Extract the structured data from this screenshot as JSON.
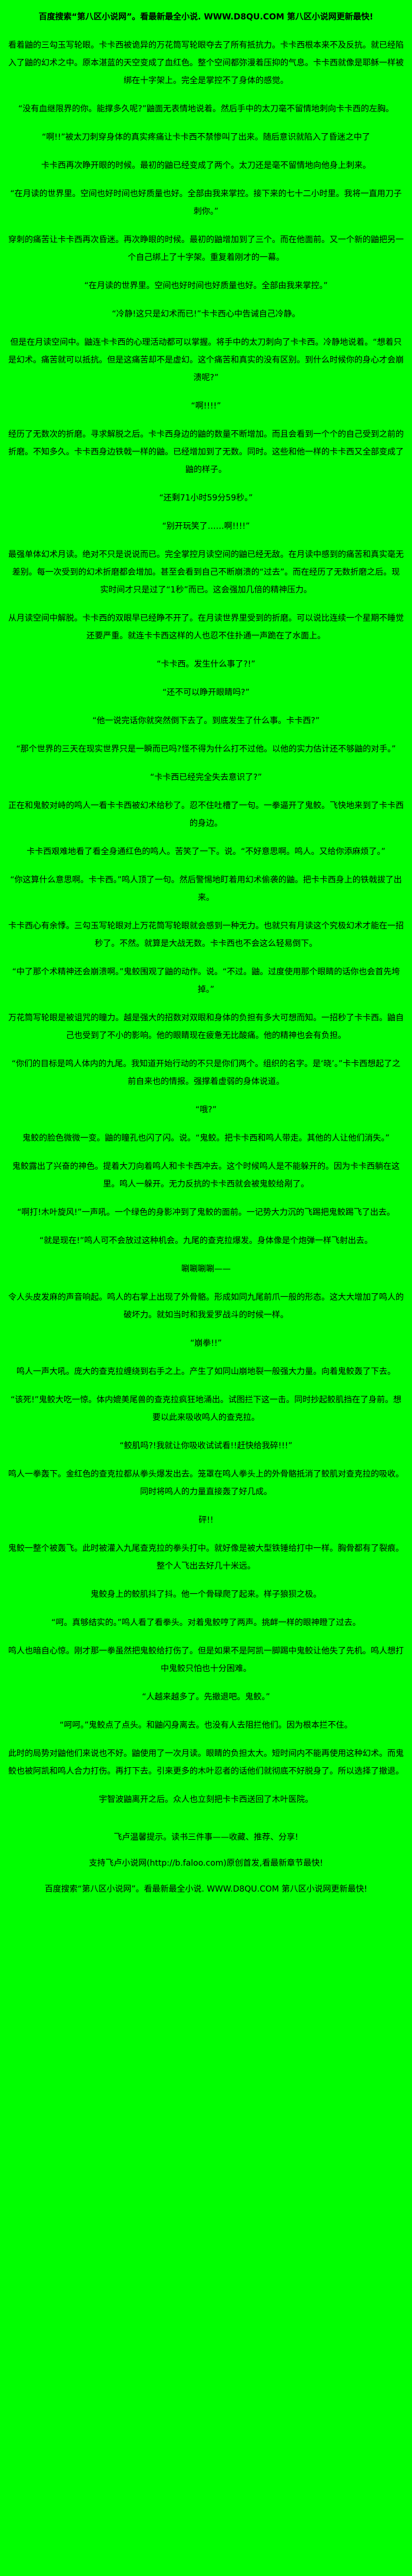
{
  "page": {
    "background_color": "#00ff00",
    "text_color": "#000000"
  },
  "header": {
    "promo": "百度搜索“第八区小说网”。看最新最全小说. WWW.D8QU.COM 第八区小说网更新最快!"
  },
  "content": {
    "paragraphs": [
      "看着鼬的三勾玉写轮眼。卡卡西被诡异的万花筒写轮眼夺去了所有抵抗力。卡卡西根本来不及反抗。就已经陷入了鼬的幻术之中。原本湛蓝的天空变成了血红色。整个空间都弥漫着压抑的气息。卡卡西就像是耶稣一样被绑在十字架上。完全是掌控不了身体的感觉。",
      "“没有血继限界的你。能撑多久呢?”鼬面无表情地说着。然后手中的太刀毫不留情地刺向卡卡西的左胸。",
      "“啊!!”被太刀刺穿身体的真实疼痛让卡卡西不禁惨叫了出来。随后意识就陷入了昏迷之中了",
      "卡卡西再次睁开眼的时候。最初的鼬已经变成了两个。太刀还是毫不留情地向他身上刺来。",
      "“在月读的世界里。空间也好时间也好质量也好。全部由我来掌控。接下来的七十二小时里。我将一直用刀子刺你。”",
      "穿刺的痛苦让卡卡西再次昏迷。再次睁眼的时候。最初的鼬增加到了三个。而在他面前。又一个新的鼬把另一个自己绑上了十字架。重复着刚才的一幕。",
      "“在月读的世界里。空间也好时间也好质量也好。全部由我来掌控。”",
      "“冷静!这只是幻术而已!”卡卡西心中告诫自己冷静。",
      "但是在月读空间中。鼬连卡卡西的心理活动都可以掌握。将手中的太刀刺向了卡卡西。冷静地说着。“想着只是幻术。痛苦就可以抵抗。但是这痛苦却不是虚幻。这个痛苦和真实的没有区别。到什么时候你的身心才会崩溃呢?”",
      "“啊!!!!”",
      "经历了无数次的折磨。寻求解脱之后。卡卡西身边的鼬的数量不断增加。而且会看到一个个的自己受到之前的折磨。不知多久。卡卡西身边铁戟一样的鼬。已经增加到了无数。同时。这些和他一样的卡卡西又全部变成了鼬的样子。",
      "“还剩71小时59分59秒。”",
      "“别开玩笑了……啊!!!!”",
      "最强单体幻术月读。绝对不只是说说而已。完全掌控月读空间的鼬已经无敌。在月读中感到的痛苦和真实毫无差别。每一次受到的幻术折磨都会增加。甚至会看到自己不断崩溃的“过去”。而在经历了无数折磨之后。现实时间才只是过了“1秒”而已。这会强加几倍的精神压力。",
      "从月读空间中解脱。卡卡西的双眼早已经睁不开了。在月读世界里受到的折磨。可以说比连续一个星期不睡觉还要严重。就连卡卡西这样的人也忍不住扑通一声跪在了水面上。",
      "“卡卡西。发生什么事了?!”",
      "“还不可以睁开眼睛吗?”",
      "“他一说完话你就突然倒下去了。到底发生了什么事。卡卡西?”",
      "“那个世界的三天在现实世界只是一瞬而已吗?怪不得为什么打不过他。以他的实力估计还不够鼬的对手。”",
      "“卡卡西已经完全失去意识了?”",
      "正在和鬼鲛对峙的鸣人一看卡卡西被幻术给秒了。忍不住吐槽了一句。一拳逼开了鬼鲛。飞快地来到了卡卡西的身边。",
      "卡卡西艰难地看了看全身通红色的鸣人。苦笑了一下。说。“不好意思啊。鸣人。又给你添麻烦了。”",
      "“你这算什么意思啊。卡卡西。”鸣人顶了一句。然后警惕地盯着用幻术偷袭的鼬。把卡卡西身上的铁戟拔了出来。",
      "卡卡西心有余悸。三勾玉写轮眼对上万花筒写轮眼就会感到一种无力。也就只有月读这个究极幻术才能在一招秒了。不然。就算是大战无数。卡卡西也不会这么轻易倒下。",
      "“中了那个术精神还会崩溃啊。”鬼鲛围观了鼬的动作。说。“不过。鼬。过度使用那个眼睛的话你也会首先垮掉。”",
      "万花筒写轮眼是被诅咒的瞳力。越是强大的招数对双眼和身体的负担有多大可想而知。一招秒了卡卡西。鼬自己也受到了不小的影响。他的眼睛现在疲惫无比酸痛。他的精神也会有负担。",
      "“你们的目标是鸣人体内的九尾。我知道开始行动的不只是你们两个。组织的名字。是‘晓’。”卡卡西想起了之前自来也的情报。强撑着虚弱的身体说道。",
      "“哦?”",
      "鬼鲛的脸色微微一变。鼬的瞳孔也闪了闪。说。“鬼鲛。把卡卡西和鸣人带走。其他的人让他们消失。”",
      "鬼鲛露出了兴奋的神色。提着大刀向着鸣人和卡卡西冲去。这个时候鸣人是不能躲开的。因为卡卡西躺在这里。鸣人一躲开。无力反抗的卡卡西就会被鬼鲛给剐了。",
      "“啊打!木叶旋风!”一声吼。一个绿色的身影冲到了鬼鲛的面前。一记势大力沉的飞踢把鬼鲛踢飞了出去。",
      "“就是现在!”鸣人可不会放过这种机会。九尾的查克拉爆发。身体像是个炮弹一样飞射出去。",
      "唰唰唰唰——",
      "令人头皮发麻的声音响起。鸣人的右掌上出现了外骨骼。形成如同九尾前爪一般的形态。这大大增加了鸣人的破坏力。就如当时和我爱罗战斗的时候一样。",
      "“崩拳!!”",
      "鸣人一声大吼。庞大的查克拉缠绕到右手之上。产生了如同山崩地裂一般强大力量。向着鬼鲛轰了下去。",
      "“该死!”鬼鲛大吃一惊。体内媲美尾兽的查克拉疯狂地涌出。试图拦下这一击。同时抄起鲛肌挡在了身前。想要以此来吸收鸣人的查克拉。",
      "“鲛肌吗?!我就让你吸收试试看!!赶快给我碎!!!”",
      "鸣人一拳轰下。金红色的查克拉都从拳头爆发出去。笼罩在鸣人拳头上的外骨骼抵消了鲛肌对查克拉的吸收。同时将鸣人的力量直接轰了好几成。",
      "砰!!",
      "鬼鲛一整个被轰飞。此时被灌入九尾查克拉的拳头打中。就好像是被大型铁锤给打中一样。胸骨都有了裂痕。整个人飞出去好几十米远。",
      "鬼鲛身上的鲛肌抖了抖。他一个骨碌爬了起来。样子狼狈之极。",
      "“呵。真够结实的。”鸣人看了看拳头。对着鬼鲛哼了两声。挑衅一样的眼神瞪了过去。",
      "鸣人也暗自心惊。刚才那一拳虽然把鬼鲛给打伤了。但是如果不是阿凯一脚踢中鬼鲛让他失了先机。鸣人想打中鬼鲛只怕也十分困难。",
      "“人越来越多了。先撤退吧。鬼鲛。”",
      "“呵呵。”鬼鲛点了点头。和鼬闪身离去。也没有人去阻拦他们。因为根本拦不住。",
      "此时的局势对鼬他们来说也不好。鼬使用了一次月读。眼睛的负担太大。短时间内不能再使用这种幻术。而鬼鲛也被阿凯和鸣人合力打伤。再打下去。引来更多的木叶忍者的话他们就彻底不好脱身了。所以选择了撤退。",
      "宇智波鼬离开之后。众人也立刻把卡卡西送回了木叶医院。"
    ]
  },
  "footer": {
    "tip": "飞卢温馨提示。读书三件事——收藏、推荐、分享!",
    "support": "支持飞卢小说网(http://b.faloo.com)原创首发,看最新章节最快!",
    "promo": "百度搜索“第八区小说网”。看最新最全小说. WWW.D8QU.COM 第八区小说网更新最快!"
  }
}
